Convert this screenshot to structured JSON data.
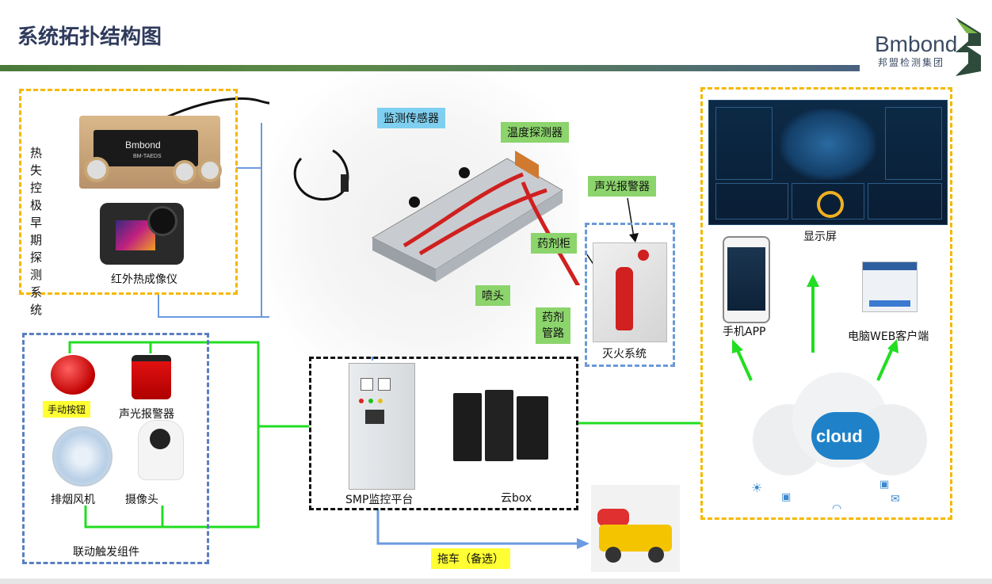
{
  "page": {
    "title": "系统拓扑结构图",
    "logo_name": "Bmbond",
    "logo_subtitle": "邦盟检测集团"
  },
  "left_panel": {
    "system_title": "热失控极早期探测系统",
    "thermal_camera_label": "红外热成像仪",
    "device_brand": "Bmbond",
    "device_model": "BM-TAEDS"
  },
  "battery": {
    "monitor_sensor_tag": "监测传感器",
    "temp_detector_tag": "温度探测器",
    "nozzle_tag": "喷头",
    "agent_cabinet_tag": "药剂柜",
    "agent_pipe_tag": "药剂\n管路",
    "alarm_tag": "声光报警器",
    "extinguish_label": "灭火系统"
  },
  "linkage": {
    "manual_button_label": "手动按钮",
    "alarm_label": "声光报警器",
    "fan_label": "排烟风机",
    "camera_label": "摄像头",
    "group_label": "联动触发组件"
  },
  "center": {
    "smp_label": "SMP监控平台",
    "cloudbox_label": "云box",
    "tow_label": "拖车（备选）"
  },
  "right_panel": {
    "display_label": "显示屏",
    "mobile_label": "手机APP",
    "web_label": "电脑WEB客户端",
    "cloud_label": "cloud"
  },
  "colors": {
    "yellow_border": "#f5b800",
    "blue_border": "#5a7fc0",
    "green_line": "#22dd22",
    "blue_line": "#6a9ae0"
  }
}
